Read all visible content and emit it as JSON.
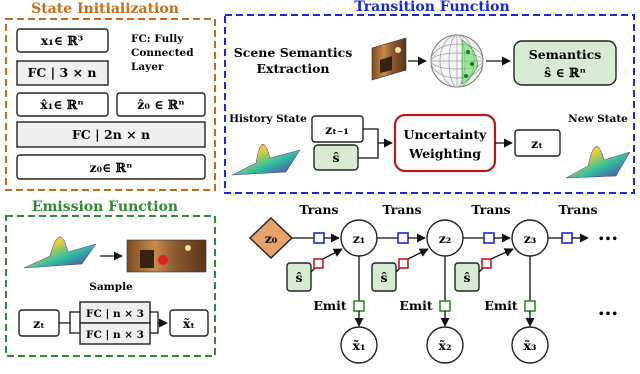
{
  "colors": {
    "state_init": "#c96a18",
    "transition": "#1a29d6",
    "emission": "#2e8b2e",
    "z0_fill": "#e8a26c",
    "semantic_fill": "#d6ebd2",
    "uncertainty_border": "#b81a1a",
    "trans_square": "#1a29d6",
    "s_square": "#c01a1a",
    "emit_square": "#2e8b2e"
  },
  "state_init": {
    "title": "State Initialization",
    "x1": "x₁∈ ℝ³",
    "fc1": "FC | 3 × n",
    "fc_note": [
      "FC: Fully",
      "Connected",
      "Layer"
    ],
    "xhat": "x̂₁∈ ℝⁿ",
    "zhat": "ẑ₀ ∈ ℝⁿ",
    "fc2": "FC | 2n × n",
    "z0": "z₀∈ ℝⁿ"
  },
  "transition": {
    "title": "Transition Function",
    "scene": [
      "Scene Semantics",
      "Extraction"
    ],
    "semantics_title": "Semantics",
    "semantics_value": "ŝ ∈ ℝⁿ",
    "history_label": "History State",
    "zt1": "zₜ₋₁",
    "shat": "ŝ",
    "uncertainty": [
      "Uncertainty",
      "Weighting"
    ],
    "zt": "zₜ",
    "new_state_label": "New State"
  },
  "emission": {
    "title": "Emission Function",
    "sample_label": "Sample",
    "zt": "zₜ",
    "fc_a": "FC | n × 3",
    "fc_b": "FC | n × 3",
    "xt": "x̃ₜ"
  },
  "chain": {
    "z0": "z₀",
    "nodes": [
      "z₁",
      "z₂",
      "z₃"
    ],
    "trans_label": "Trans",
    "emit_label": "Emit",
    "shat": "ŝ",
    "outputs": [
      "x̃₁",
      "x̃₂",
      "x̃₃"
    ],
    "ellipsis": "•••"
  }
}
